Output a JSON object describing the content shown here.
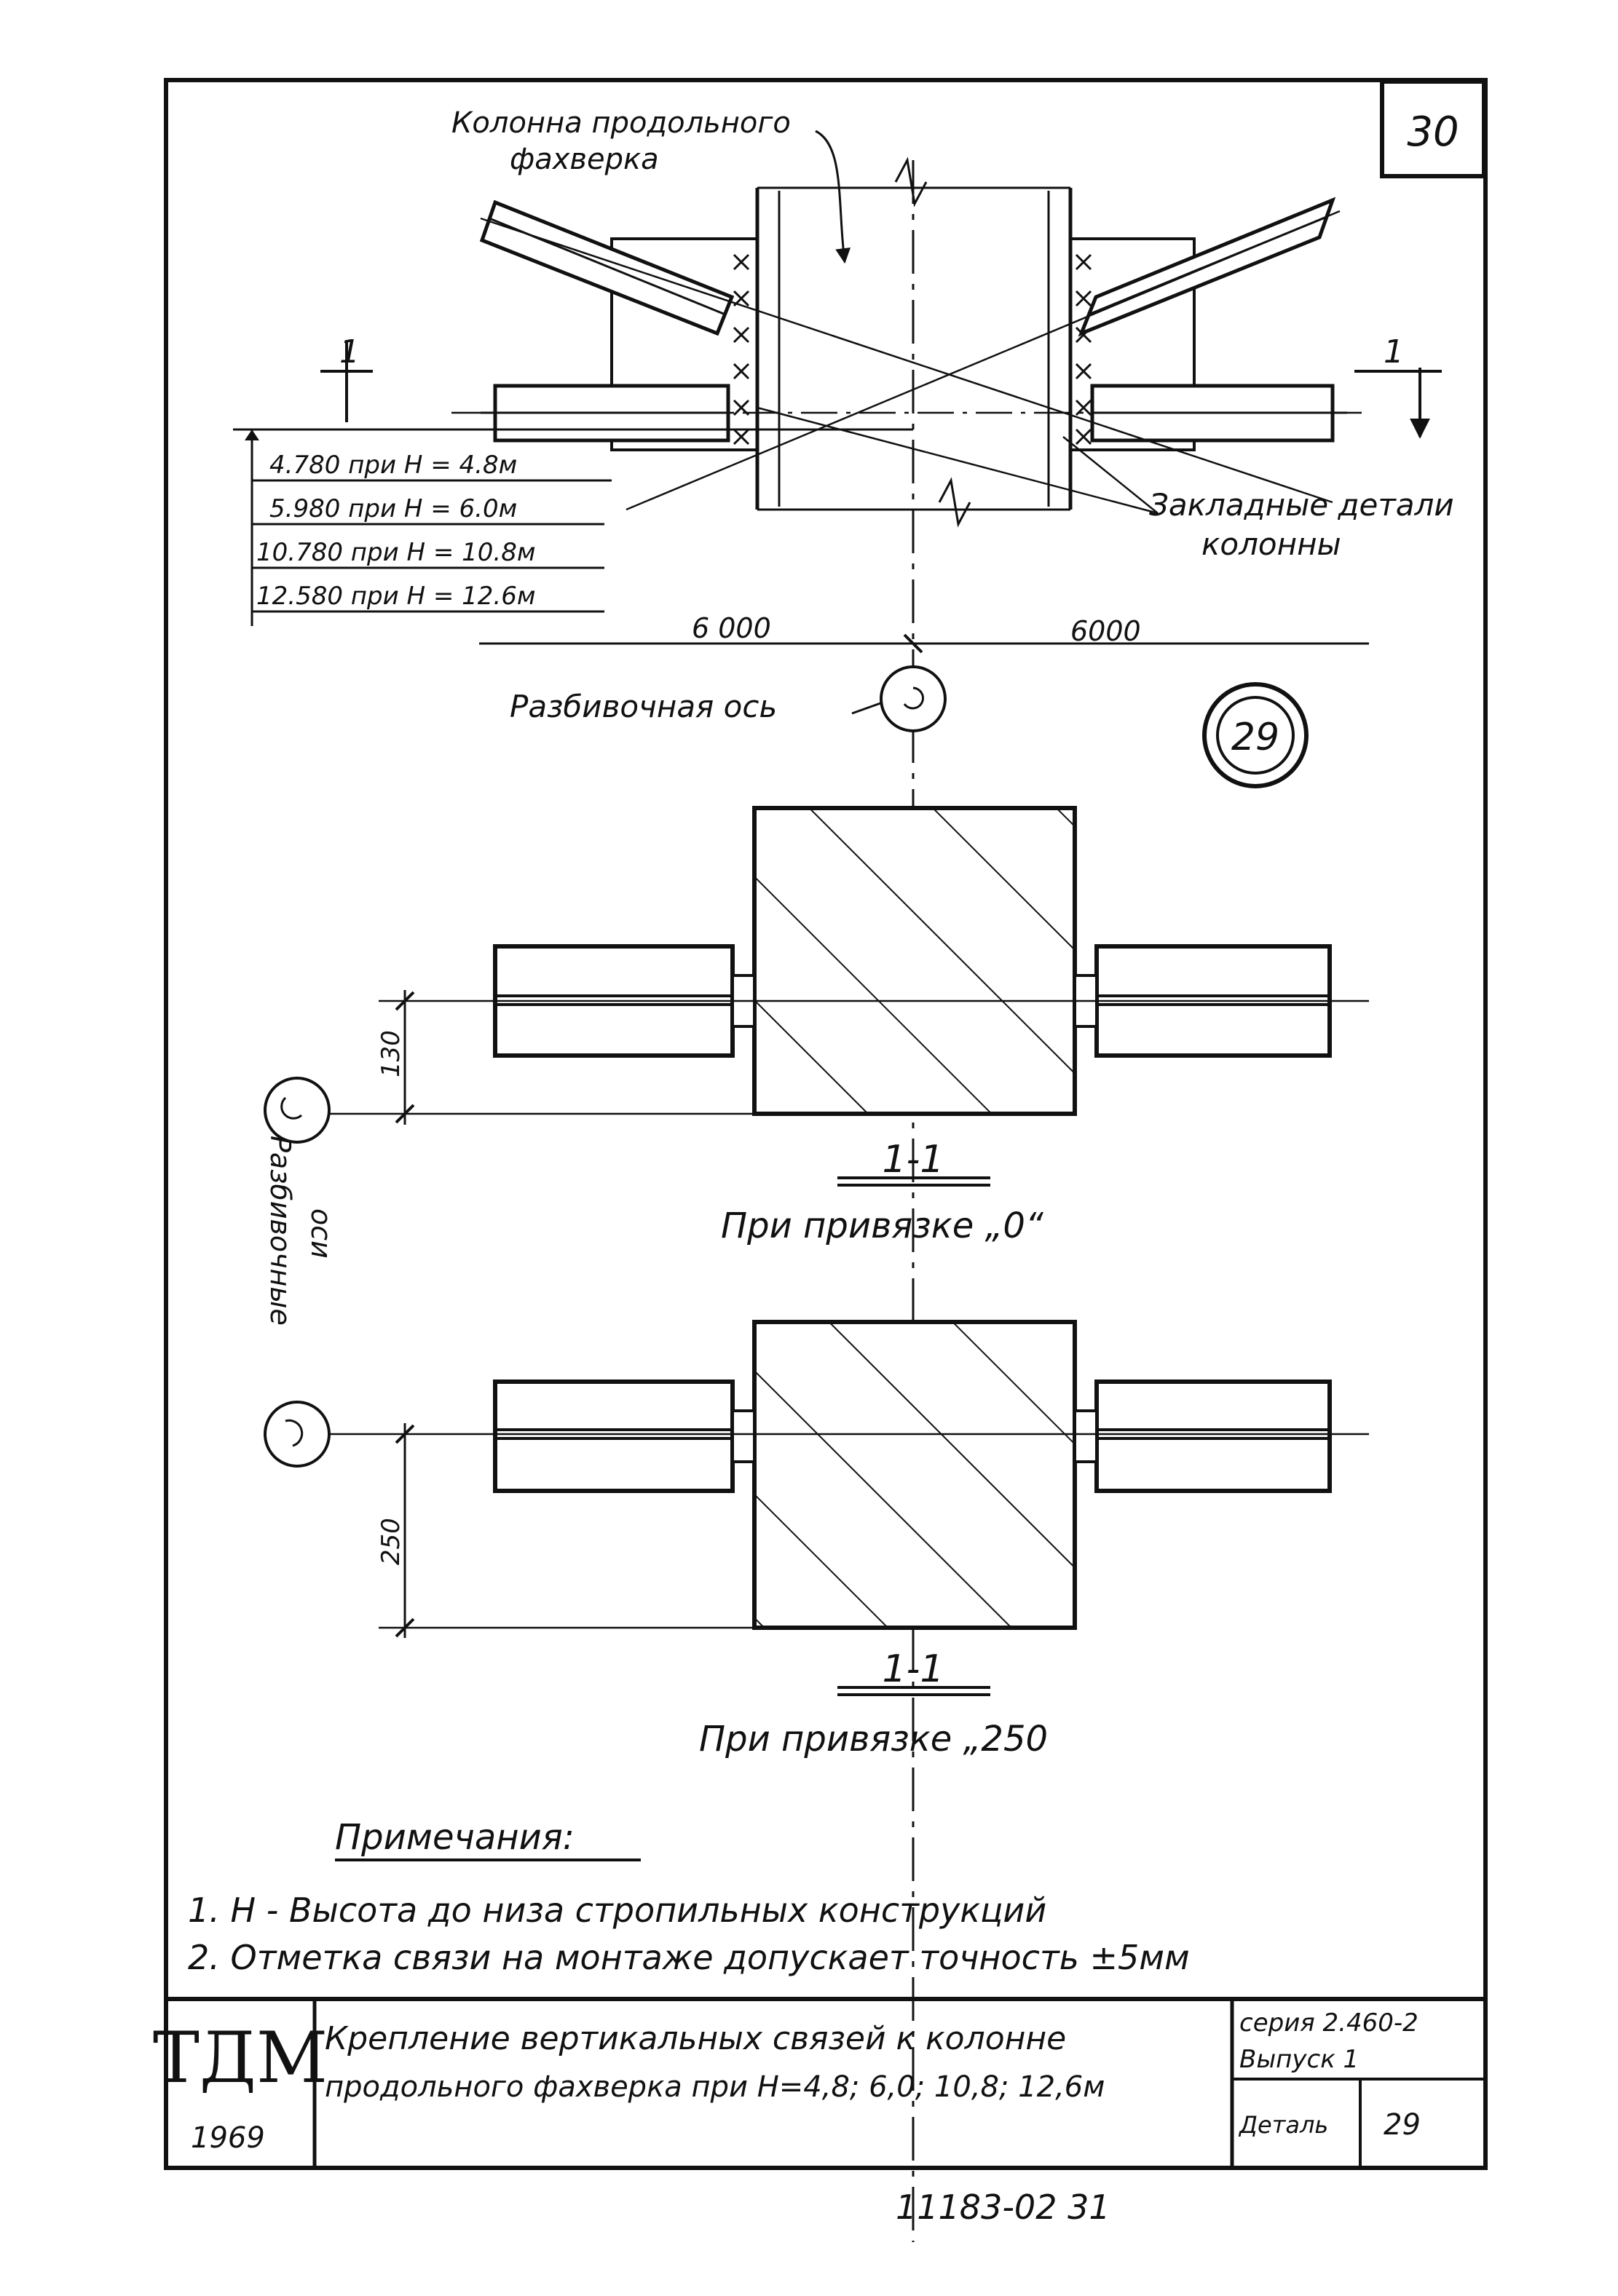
{
  "sheet": {
    "number": "30",
    "detail_mark": "29"
  },
  "top_view": {
    "label_column_line1": "Колонна продольного",
    "label_column_line2": "фахверка",
    "label_embedded_line1": "Закладные детали",
    "label_embedded_line2": "колонны",
    "section_mark_left": "1",
    "section_mark_right": "1",
    "elevations": [
      "4.780 при H = 4.8м",
      "5.980 при H = 6.0м",
      "10.780 при H = 10.8м",
      "12.580 при H = 12.6м"
    ],
    "dim_left": "6 000",
    "dim_right": "6000",
    "axis_label": "Разбивочная ось"
  },
  "section_0": {
    "title": "1-1",
    "subtitle": "При привязке „0“",
    "dim": "130"
  },
  "section_250": {
    "title": "1-1",
    "subtitle": "При привязке „250",
    "dim": "250"
  },
  "axes_label_line1": "Разбивочные",
  "axes_label_line2": "оси",
  "notes": {
    "heading": "Примечания:",
    "items": [
      "1. H - Высота до низа стропильных конструкций",
      "2. Отметка связи на монтаже допускает точность ±5мм"
    ]
  },
  "title_block": {
    "org": "ТДМ",
    "year": "1969",
    "title_line1": "Крепление вертикальных связей к колонне",
    "title_line2": "продольного фахверка при H=4,8; 6,0; 10,8; 12,6м",
    "series": "серия 2.460-2",
    "issue": "Выпуск 1",
    "detail_label": "Деталь",
    "detail_number": "29"
  },
  "footer": {
    "sheet_code": "11183-02 31"
  }
}
